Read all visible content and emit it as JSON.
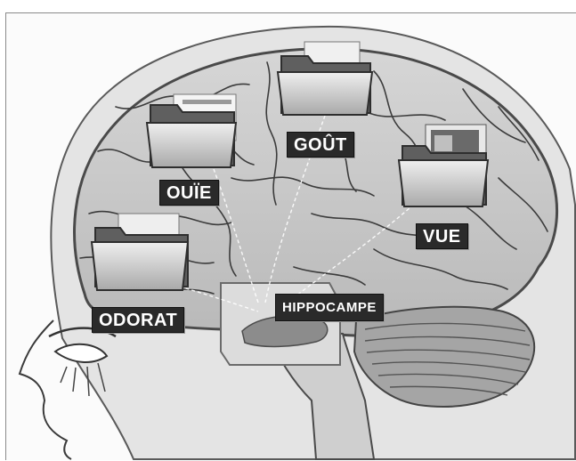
{
  "diagram": {
    "labels": {
      "taste": "GOÛT",
      "hearing": "OUÏE",
      "vision": "VUE",
      "smell": "ODORAT",
      "hippocampus": "HIPPOCAMPE"
    },
    "colors": {
      "brain_fill": "#c7c7c7",
      "brain_outline": "#4a4a4a",
      "cerebellum": "#9e9e9e",
      "folder": "#5f5f5f",
      "label_bg": "#2a2a2a",
      "label_text": "#ffffff"
    },
    "icons": [
      "folder-icon",
      "folder-icon",
      "folder-icon",
      "folder-icon"
    ]
  }
}
